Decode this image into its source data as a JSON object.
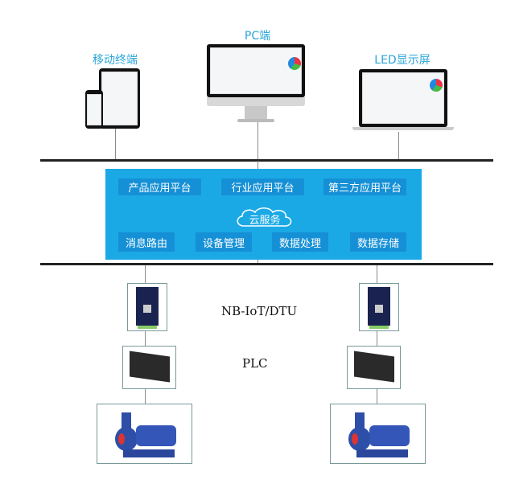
{
  "clients": {
    "mobile": "移动终端",
    "pc": "PC端",
    "led": "LED显示屏"
  },
  "cloud": {
    "title": "云服务",
    "platforms": [
      "产品应用平台",
      "行业应用平台",
      "第三方应用平台"
    ],
    "services": [
      "消息路由",
      "设备管理",
      "数据处理",
      "数据存储"
    ]
  },
  "layers": {
    "gateway": "NB-IoT/DTU",
    "controller": "PLC"
  },
  "colors": {
    "cloud": "#1ba9e6",
    "box": "#1590d6",
    "label": "#2aa5d8"
  }
}
